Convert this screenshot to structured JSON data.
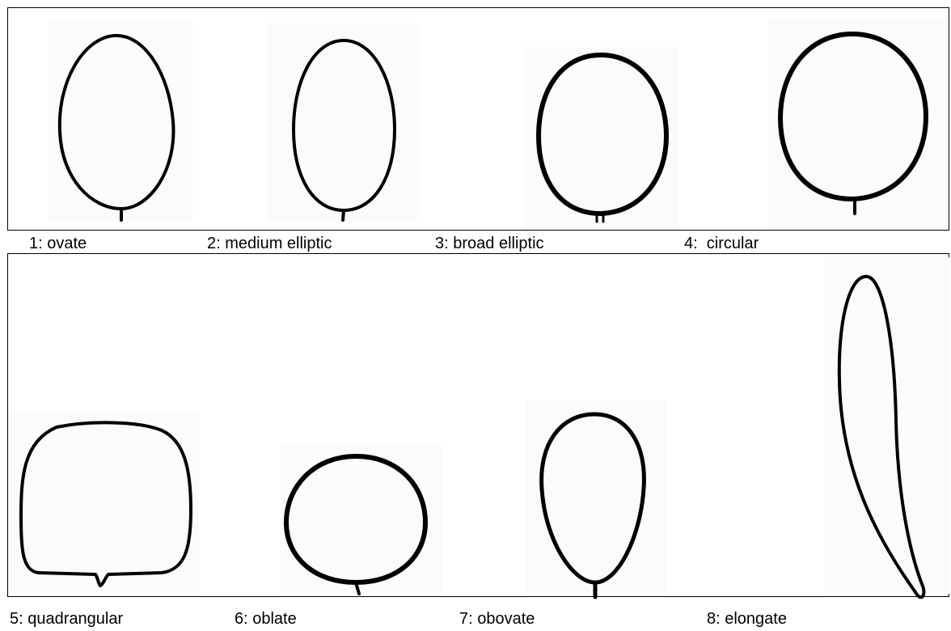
{
  "shapes": [
    {
      "label": "1: ovate"
    },
    {
      "label": "2: medium elliptic"
    },
    {
      "label": "3: broad elliptic"
    },
    {
      "label": "4:  circular"
    },
    {
      "label": "5: quadrangular"
    },
    {
      "label": "6: oblate"
    },
    {
      "label": "7: obovate"
    },
    {
      "label": "8: elongate"
    }
  ]
}
